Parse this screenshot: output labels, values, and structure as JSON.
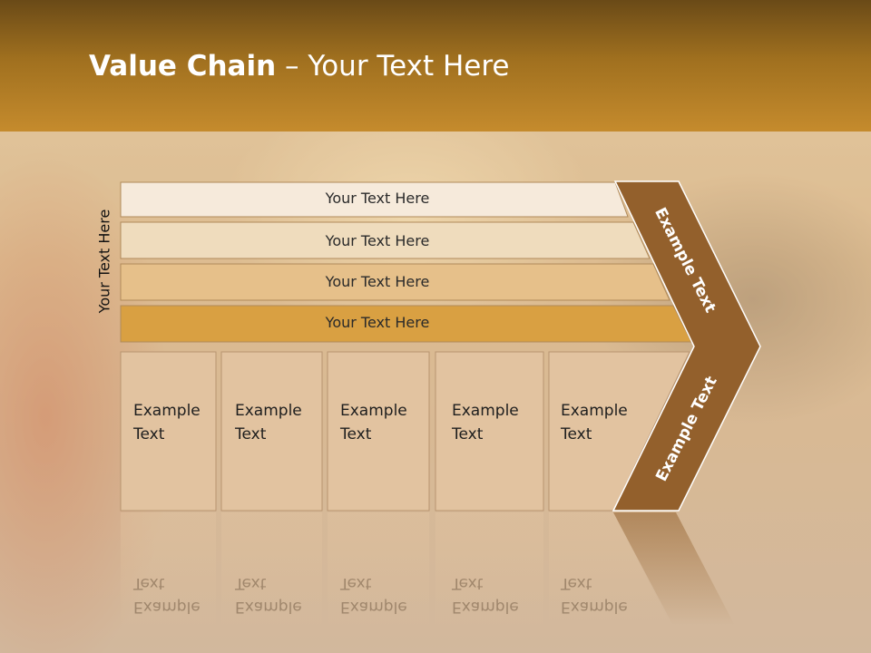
{
  "title": {
    "bold": "Value Chain",
    "rest": " – Your Text Here"
  },
  "side_label": "Your Text Here",
  "bars": [
    {
      "label": "Your Text Here",
      "color": "#f6eadb"
    },
    {
      "label": "Your Text Here",
      "color": "#efdcbd"
    },
    {
      "label": "Your Text Here",
      "color": "#e6c08a"
    },
    {
      "label": "Your Text Here",
      "color": "#d9a042"
    }
  ],
  "boxes": [
    {
      "line1": "Example",
      "line2": "Text"
    },
    {
      "line1": "Example",
      "line2": "Text"
    },
    {
      "line1": "Example",
      "line2": "Text"
    },
    {
      "line1": "Example",
      "line2": "Text"
    },
    {
      "line1": "Example",
      "line2": "Text"
    }
  ],
  "chevron": {
    "upper_label": "Example Text",
    "lower_label": "Example Text",
    "color": "#93602c"
  },
  "colors": {
    "header": "#a0701f",
    "box": "#e2c3a0"
  }
}
